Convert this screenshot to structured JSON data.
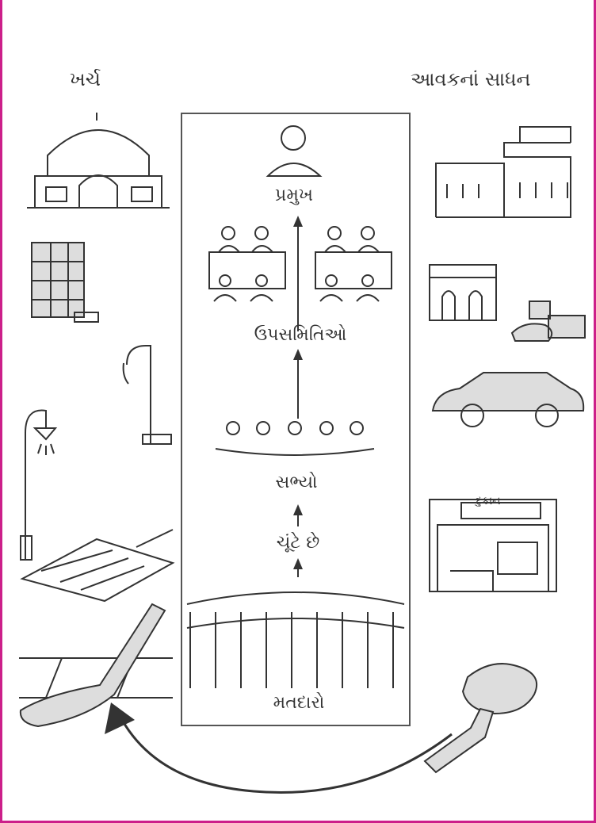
{
  "headings": {
    "expenses": "ખર્ચ",
    "income_sources": "આવકનાં સાધન"
  },
  "hierarchy": {
    "president": "પ્રમુખ",
    "subcommittees": "ઉપસમિતિઓ",
    "members": "સભ્યો",
    "elect": "ચૂંટે છે",
    "voters": "મતદારો"
  },
  "colors": {
    "frame": "#cc1f8a",
    "ink": "#333333"
  },
  "icons": {
    "expenses": [
      "building-icon",
      "school-icon",
      "water-tap-icon",
      "street-lamp-icon",
      "drainage-icon",
      "broom-icon"
    ],
    "income": [
      "building-icon",
      "gate-icon",
      "goods-icon",
      "vehicle-icon",
      "shop-icon",
      "money-bag-icon"
    ]
  },
  "shop_sign": "દુકાન"
}
